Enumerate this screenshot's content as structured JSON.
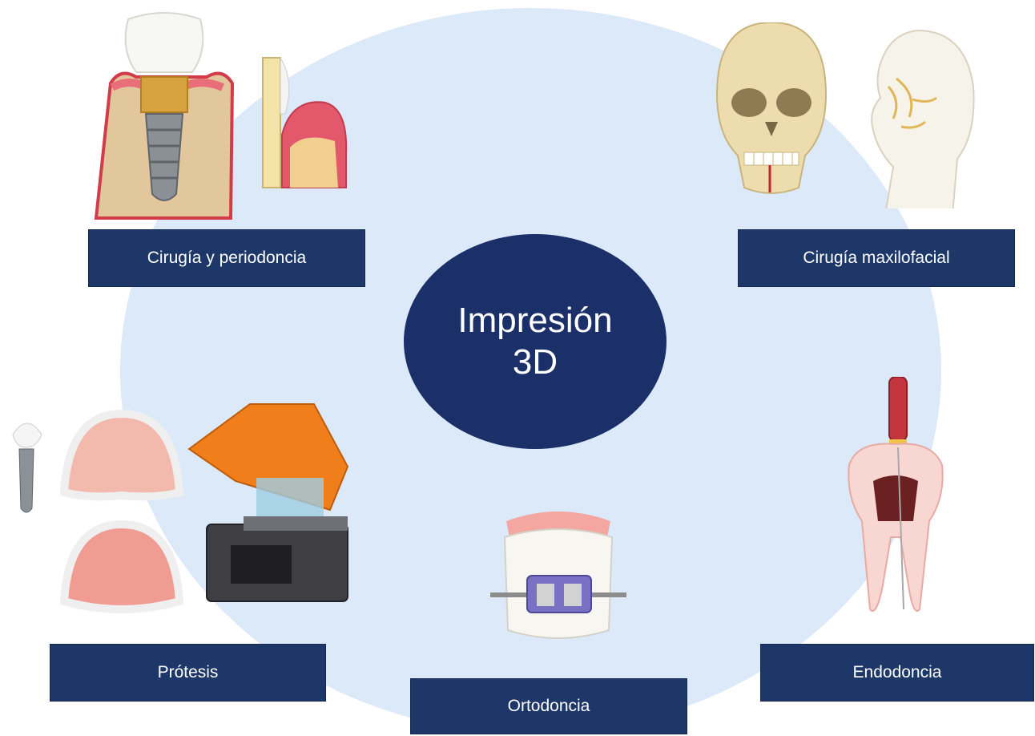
{
  "center": {
    "line1": "Impresión",
    "line2": "3D"
  },
  "labels": {
    "cirugia_periodoncia": "Cirugía y periodoncia",
    "cirugia_maxilofacial": "Cirugía maxilofacial",
    "protesis": "Prótesis",
    "ortodoncia": "Ortodoncia",
    "endodoncia": "Endodoncia"
  },
  "colors": {
    "background_circle": "#dbe9f8",
    "center_fill": "#1b2f68",
    "label_fill": "#1d3868",
    "label_text": "#ffffff"
  },
  "icons": [
    "dental-implant-icon",
    "periodontal-tissue-icon",
    "skull-icon",
    "head-profile-nerves-icon",
    "dental-arches-icon",
    "3d-printer-icon",
    "orthodontic-bracket-icon",
    "root-canal-tooth-icon"
  ]
}
